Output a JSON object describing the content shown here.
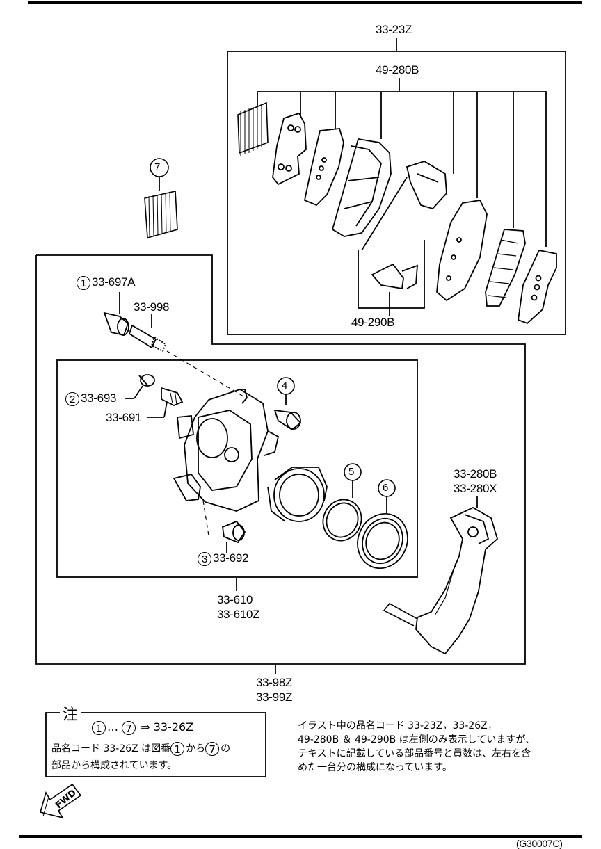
{
  "labels": {
    "pad_kit": "33-23Z",
    "pad_set": "49-280B",
    "shim_set": "49-290B",
    "item7_num": "7",
    "item1_num": "1",
    "item1_code": "33-697A",
    "guide_pin": "33-998",
    "item2_num": "2",
    "item2_code": "33-693",
    "bleeder": "33-691",
    "item4_num": "4",
    "item5_num": "5",
    "item6_num": "6",
    "item3_num": "3",
    "item3_code": "33-692",
    "bracket_1": "33-280B",
    "bracket_2": "33-280X",
    "caliper_1": "33-610",
    "caliper_2": "33-610Z",
    "assembly_1": "33-98Z",
    "assembly_2": "33-99Z"
  },
  "note": {
    "title": "注",
    "range_start": "1",
    "range_sep": "…",
    "range_end": "7",
    "arrow": "⇒",
    "kit_code": "33-26Z",
    "line2_a": "品名コード 33-26Z は図番",
    "line2_num1": "1",
    "line2_b": "から",
    "line2_num2": "7",
    "line2_c": "の",
    "line3": "部品から構成されています。"
  },
  "remark": {
    "line1": "イラスト中の品名コード 33-23Z，33-26Z，",
    "line2": "49-280B ＆ 49-290B は左側のみ表示していますが、",
    "line3": "テキストに記載している部品番号と員数は、左右を含",
    "line4": "めた一台分の構成になっています。"
  },
  "fwd_label": "FWD",
  "footer_ref": "(G30007C)"
}
